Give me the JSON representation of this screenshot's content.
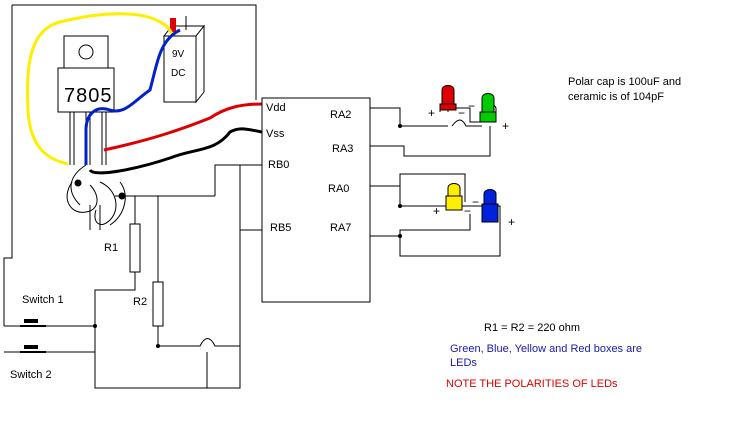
{
  "labels": {
    "reg_part": "7805",
    "battery_v": "9V",
    "battery_dc": "DC",
    "vdd": "Vdd",
    "vss": "Vss",
    "rb0": "RB0",
    "rb5": "RB5",
    "ra2": "RA2",
    "ra3": "RA3",
    "ra0": "RA0",
    "ra7": "RA7",
    "r1": "R1",
    "r2": "R2",
    "switch1": "Switch 1",
    "switch2": "Switch 2",
    "plus": "+",
    "minus": "−"
  },
  "notes": {
    "cap_line1": "Polar cap is 100uF and",
    "cap_line2": "ceramic is of 104pF",
    "resistors": "R1 = R2 = 220 ohm",
    "leds_line1": "Green, Blue, Yellow and Red boxes are",
    "leds_line2": "LEDs",
    "polarity": "NOTE THE POLARITIES OF LEDs"
  },
  "colors": {
    "wire": "#000000",
    "yellow_wire": "#ffee00",
    "blue_wire": "#0022cc",
    "red_wire": "#dd0000",
    "led_red": "#e00000",
    "led_green": "#00cc00",
    "led_yellow": "#ffee00",
    "led_blue": "#0022dd",
    "note_blue": "#1a1aaa",
    "note_red": "#dd0000"
  }
}
